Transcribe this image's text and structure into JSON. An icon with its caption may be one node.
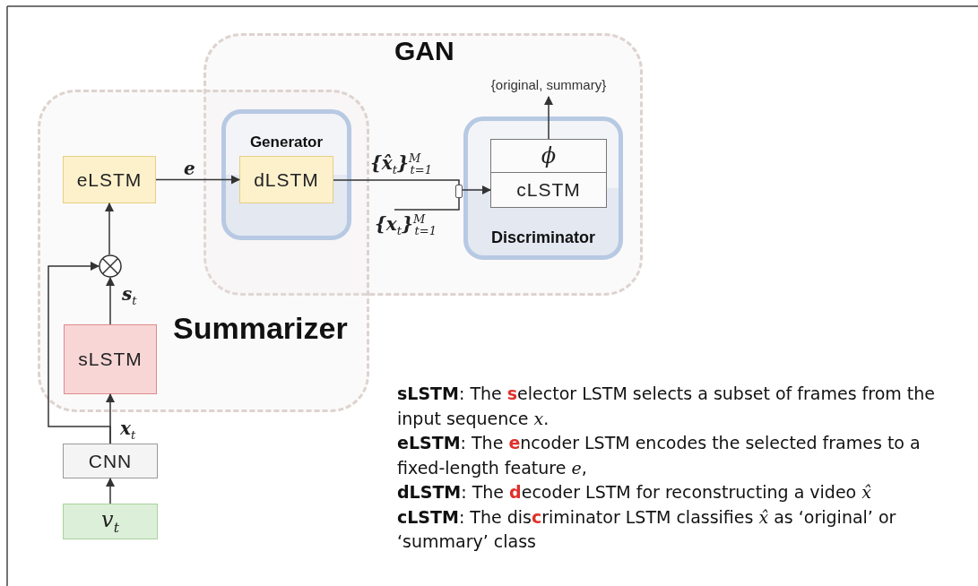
{
  "diagram": {
    "nodes": [
      {
        "text": [
          "GAN"
        ]
      },
      {
        "text": [
          "Summarizer"
        ]
      },
      {
        "text": [
          "Generator"
        ]
      },
      {
        "text": [
          "Discriminator"
        ],
        "in": 0
      },
      {
        "text": [
          "eLSTM"
        ],
        "in": 1
      },
      {
        "text": [
          "dLSTM"
        ],
        "in": 2
      },
      {
        "text": [
          "ϕ"
        ],
        "in": 3
      },
      {
        "text": [
          "cLSTM"
        ],
        "in": 3
      },
      {
        "text": [],
        "shape": "circle",
        "in": 1
      },
      {
        "text": [
          "sLSTM"
        ],
        "in": 1
      },
      {
        "text": [
          "CNN"
        ]
      },
      {
        "text": [
          "v$_{t}$"
        ]
      },
      {
        "text": [],
        "shape": "box",
        "in": 0
      },
      {
        "text": [
          "{original, summary}"
        ],
        "in": 0
      }
    ],
    "edges": [
      {
        "from": 10,
        "to": 9,
        "arrow": "to",
        "label": "x$_{t}$"
      },
      {
        "from": 10,
        "to": 8,
        "arrow": "to"
      },
      {
        "from": 9,
        "to": 8,
        "arrow": "to",
        "label": "s$_{t}$"
      },
      {
        "from": 8,
        "to": 4,
        "arrow": "to"
      },
      {
        "from": 4,
        "to": 5,
        "arrow": "to",
        "label": "e"
      },
      {
        "from": 5,
        "to": 12,
        "arrow": "none",
        "label": "{x̂$_{t}$}$^{M}$$_{t=1}$"
      },
      {
        "from": null,
        "to": 12,
        "arrow": "none",
        "label": "{x$_{t}$}$^{M}$$_{t=1}$"
      },
      {
        "from": 12,
        "to": 7,
        "arrow": "to"
      },
      {
        "from": 6,
        "to": 13,
        "arrow": "to"
      },
      {
        "from": 11,
        "to": 10,
        "arrow": "to"
      }
    ],
    "labels": [
      "**sLSTM**: The **s**elector LSTM selects a subset of frames from the input sequence *x*.",
      "**eLSTM**: The **e**ncoder LSTM encodes the selected frames to a fixed-length feature *e*,",
      "**dLSTM**: The **d**ecoder LSTM for reconstructing a video *x̂*",
      "**cLSTM**: The dis**c**riminator LSTM classifies *x̂* as ‘original’ or ‘summary’ class"
    ]
  }
}
